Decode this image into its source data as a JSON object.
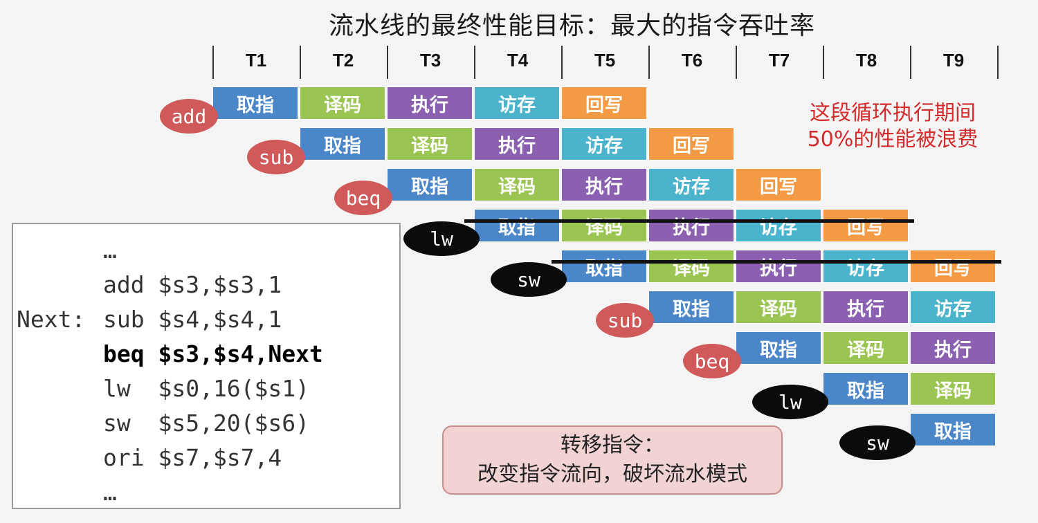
{
  "title": "流水线的最终性能目标：最大的指令吞吐率",
  "time_labels": [
    "T1",
    "T2",
    "T3",
    "T4",
    "T5",
    "T6",
    "T7",
    "T8",
    "T9"
  ],
  "stages": {
    "fetch": {
      "label": "取指",
      "color": "#4a86c8"
    },
    "decode": {
      "label": "译码",
      "color": "#9ac553"
    },
    "exec": {
      "label": "执行",
      "color": "#8b60b0"
    },
    "mem": {
      "label": "访存",
      "color": "#4bb3cc"
    },
    "wb": {
      "label": "回写",
      "color": "#f39a45"
    }
  },
  "rows": [
    {
      "instr": "add",
      "oval": "red",
      "start": 0,
      "stages": [
        "fetch",
        "decode",
        "exec",
        "mem",
        "wb"
      ],
      "struck": false
    },
    {
      "instr": "sub",
      "oval": "red",
      "start": 1,
      "stages": [
        "fetch",
        "decode",
        "exec",
        "mem",
        "wb"
      ],
      "struck": false
    },
    {
      "instr": "beq",
      "oval": "red",
      "start": 2,
      "stages": [
        "fetch",
        "decode",
        "exec",
        "mem",
        "wb"
      ],
      "struck": false
    },
    {
      "instr": "lw",
      "oval": "black",
      "start": 3,
      "stages": [
        "fetch",
        "decode",
        "exec",
        "mem",
        "wb"
      ],
      "struck": true
    },
    {
      "instr": "sw",
      "oval": "black",
      "start": 4,
      "stages": [
        "fetch",
        "decode",
        "exec",
        "mem",
        "wb"
      ],
      "struck": true
    },
    {
      "instr": "sub",
      "oval": "red",
      "start": 5,
      "stages": [
        "fetch",
        "decode",
        "exec",
        "mem"
      ],
      "struck": false
    },
    {
      "instr": "beq",
      "oval": "red",
      "start": 6,
      "stages": [
        "fetch",
        "decode",
        "exec"
      ],
      "struck": false
    },
    {
      "instr": "lw",
      "oval": "black",
      "start": 7,
      "stages": [
        "fetch",
        "decode"
      ],
      "struck": false
    },
    {
      "instr": "sw",
      "oval": "black",
      "start": 8,
      "stages": [
        "fetch"
      ],
      "struck": false
    }
  ],
  "note": [
    "这段循环执行期间",
    "50%的性能被浪费"
  ],
  "code": {
    "lines": [
      {
        "label": "",
        "text": "…",
        "bold": false
      },
      {
        "label": "",
        "text": "add $s3,$s3,1",
        "bold": false
      },
      {
        "label": "Next:",
        "text": "sub $s4,$s4,1",
        "bold": false
      },
      {
        "label": "",
        "text": "beq $s3,$s4,Next",
        "bold": true
      },
      {
        "label": "",
        "text": "lw  $s0,16($s1)",
        "bold": false
      },
      {
        "label": "",
        "text": "sw  $s5,20($s6)",
        "bold": false
      },
      {
        "label": "",
        "text": "ori $s7,$s7,4",
        "bold": false
      },
      {
        "label": "",
        "text": "…",
        "bold": false
      }
    ]
  },
  "callout": {
    "line1": "转移指令：",
    "line2": "改变指令流向，破坏流水模式"
  }
}
